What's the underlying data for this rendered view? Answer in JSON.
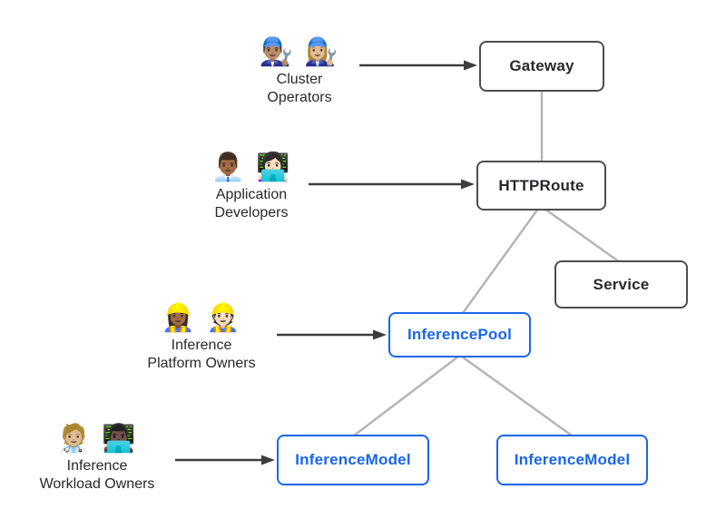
{
  "diagram": {
    "title_hint": "Gateway API inference extension resource model",
    "colors": {
      "background": "#ffffff",
      "node_border_dark": "#4d4d4d",
      "node_text_dark": "#26282c",
      "node_blue": "#1a66e8",
      "connector_gray": "#b5b5b5",
      "arrow_dark": "#3d3d3d",
      "persona_text": "#26282c"
    },
    "personas": [
      {
        "id": "cluster-operators",
        "emojis": "👨🏽‍🔧 👩🏼‍🔧",
        "line1": "Cluster",
        "line2": "Operators"
      },
      {
        "id": "application-developers",
        "emojis": "👨🏾‍💼 👩🏻‍💻",
        "line1": "Application",
        "line2": "Developers"
      },
      {
        "id": "inference-platform-owners",
        "emojis": "👷🏾‍♀️ 👷🏻",
        "line1": "Inference",
        "line2": "Platform Owners"
      },
      {
        "id": "inference-workload-owners",
        "emojis": "🧑🏼‍⚕️ 👨🏿‍💻",
        "line1": "Inference",
        "line2": "Workload Owners"
      }
    ],
    "nodes": [
      {
        "id": "gateway",
        "label": "Gateway",
        "style": "dark"
      },
      {
        "id": "httproute",
        "label": "HTTPRoute",
        "style": "dark"
      },
      {
        "id": "service",
        "label": "Service",
        "style": "dark"
      },
      {
        "id": "inferencepool",
        "label": "InferencePool",
        "style": "blue"
      },
      {
        "id": "inferencemodel-left",
        "label": "InferenceModel",
        "style": "blue"
      },
      {
        "id": "inferencemodel-right",
        "label": "InferenceModel",
        "style": "blue"
      }
    ],
    "edges": [
      {
        "from": "cluster-operators",
        "to": "gateway",
        "type": "arrow"
      },
      {
        "from": "application-developers",
        "to": "httproute",
        "type": "arrow"
      },
      {
        "from": "inference-platform-owners",
        "to": "inferencepool",
        "type": "arrow"
      },
      {
        "from": "inference-workload-owners",
        "to": "inferencemodel-left",
        "type": "arrow"
      },
      {
        "from": "gateway",
        "to": "httproute",
        "type": "line"
      },
      {
        "from": "httproute",
        "to": "service",
        "type": "line"
      },
      {
        "from": "httproute",
        "to": "inferencepool",
        "type": "line"
      },
      {
        "from": "inferencepool",
        "to": "inferencemodel-left",
        "type": "line"
      },
      {
        "from": "inferencepool",
        "to": "inferencemodel-right",
        "type": "line"
      }
    ]
  }
}
